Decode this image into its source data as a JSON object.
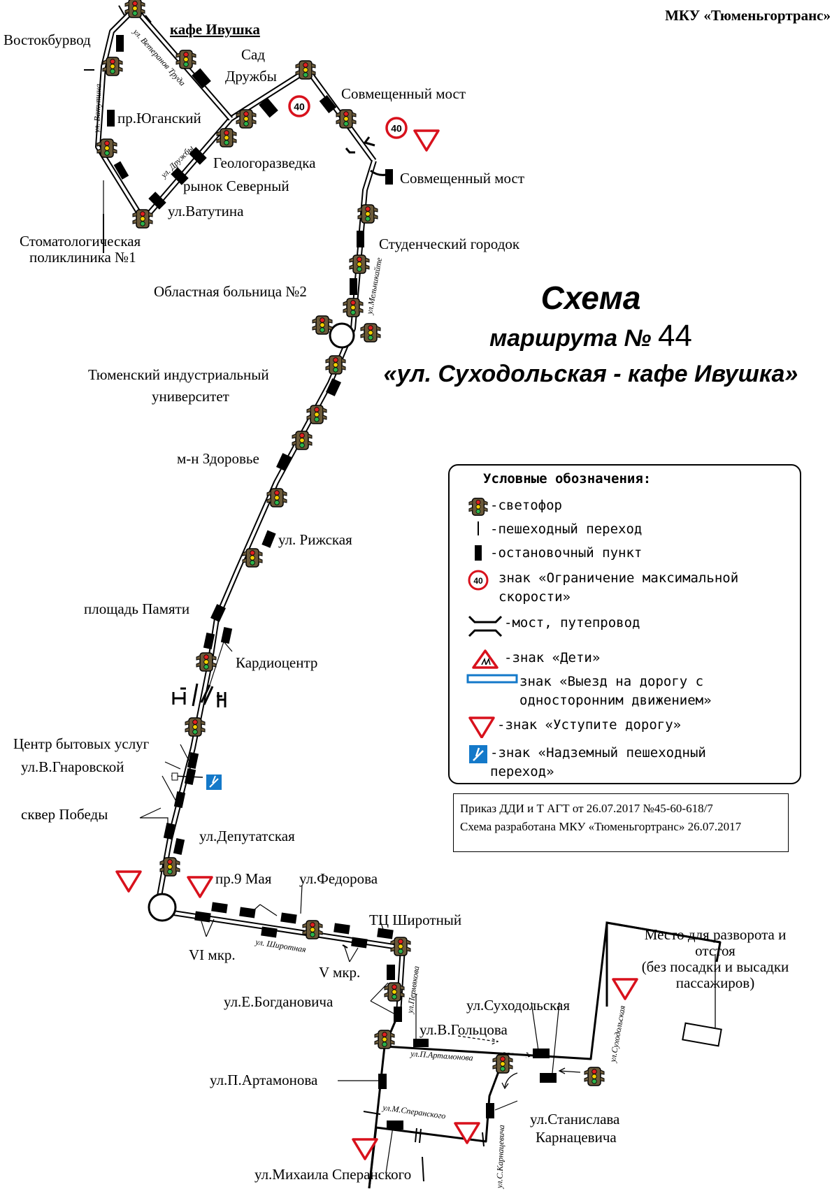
{
  "organization": "МКУ «Тюменьгортранс»",
  "title": {
    "line1": "Схема",
    "line2_prefix": "маршрута №",
    "route_number": "44",
    "line3": "«ул. Суходольская - кафе Ивушка»"
  },
  "stops": {
    "vostokburvod": "Востокбурвод",
    "kafe_ivushka": "кафе Ивушка",
    "sad_druzhby_1": "Сад",
    "sad_druzhby_2": "Дружбы",
    "sovmeshenny_most_1": "Совмещенный мост",
    "sovmeshenny_most_2": "Совмещенный мост",
    "pr_yugansky": "пр.Юганский",
    "geologorazvedka": "Геологоразведка",
    "rynok_severny": "рынок Северный",
    "ul_vatutina": "ул.Ватутина",
    "stomatolog_1": "Стоматологическая",
    "stomatolog_2": "поликлиника №1",
    "student_gorodok": "Студенческий городок",
    "obl_bolnitsa": "Областная больница №2",
    "tiu_1": "Тюменский индустриальный",
    "tiu_2": "университет",
    "mn_zdorovye": "м-н Здоровье",
    "ul_rizhskaya": "ул. Рижская",
    "ploshad_pamyati": "площадь Памяти",
    "kardiocentr": "Кардиоцентр",
    "centr_byt_uslug": "Центр бытовых услуг",
    "ul_gnarovskoy": "ул.В.Гнаровской",
    "skver_pobedy": "сквер Победы",
    "ul_deputatskaya": "ул.Депутатская",
    "pr_9_maya": "пр.9 Мая",
    "ul_fedorova": "ул.Федорова",
    "vi_mkr": "VI мкр.",
    "tc_shirotny": "ТЦ Широтный",
    "v_mkr": "V мкр.",
    "ul_bogdanovicha": "ул.Е.Богдановича",
    "ul_sukhodolskaya": "ул.Суходольская",
    "ul_goltsova": "ул.В.Гольцова",
    "ul_artamonova": "ул.П.Артамонова",
    "ul_karnacevicha_1": "ул.Станислава",
    "ul_karnacevicha_2": "Карнацевича",
    "ul_speranskogo": "ул.Михаила Сперанского"
  },
  "turnaround": {
    "line1": "Место для разворота и",
    "line2": "отстоя",
    "line3": "(без посадки и высадки",
    "line4": "пассажиров)"
  },
  "streets": {
    "veteranov_truda": "ул. Ветеранов Труда",
    "vatutina": "ул. Ватутина",
    "druzhby": "ул. Дружбы",
    "melnikaite": "ул.Мельникайте",
    "shirotnaya": "ул. Широтная",
    "permyakova": "ул.Пермякова",
    "artamonova": "ул.П.Артамонова",
    "speranskogo": "ул.М.Сперанского",
    "karnacevicha": "ул.С.Карнацевича",
    "sukhodolskaya": "ул.Суходольская"
  },
  "speed_limit": "40",
  "legend": {
    "title": "Условные обозначения:",
    "traffic_light": "-светофор",
    "crosswalk": "-пешеходный переход",
    "stop": "-остановочный пункт",
    "speed_limit_1": "знак «Ограничение максимальной",
    "speed_limit_2": "скорости»",
    "bridge": "-мост, путепровод",
    "children": "-знак «Дети»",
    "one_way_1": "знак «Выезд на дорогу с",
    "one_way_2": "односторонним движением»",
    "yield": "-знак «Уступите дорогу»",
    "overpass_1": "-знак «Надземный пешеходный",
    "overpass_2": "переход»"
  },
  "note": {
    "line1": "Приказ ДДИ и Т АГТ от 26.07.2017 №45-60-618/7",
    "line2": "Схема разработана МКУ «Тюменьгортранс» 26.07.2017"
  },
  "colors": {
    "sign_red": "#d8111c",
    "sign_blue": "#1479c9",
    "route": "#000000"
  }
}
